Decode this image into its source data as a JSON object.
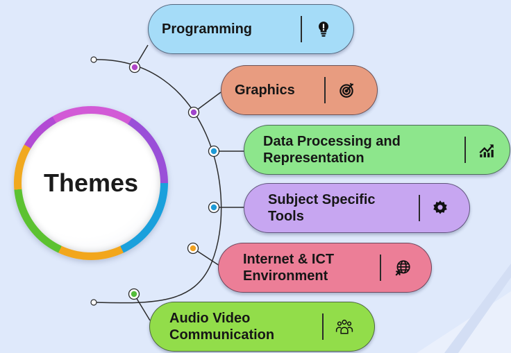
{
  "hub": {
    "title": "Themes"
  },
  "themes": [
    {
      "label": "Programming",
      "icon": "lightbulb-icon",
      "color": "#a5dcf8"
    },
    {
      "label": "Graphics",
      "icon": "target-icon",
      "color": "#e89c80"
    },
    {
      "label": "Data Processing and\nRepresentation",
      "icon": "growth-chart-icon",
      "color": "#8de68c"
    },
    {
      "label": "Subject Specific\nTools",
      "icon": "gear-icon",
      "color": "#c7a6f1"
    },
    {
      "label": "Internet & ICT\nEnvironment",
      "icon": "globe-cursor-icon",
      "color": "#ec7e97"
    },
    {
      "label": "Audio Video\nCommunication",
      "icon": "people-group-icon",
      "color": "#92dd4a"
    }
  ],
  "colors": {
    "background": "#dfe9fb",
    "connector": "#2b2b2b",
    "node_fill": [
      "#b046c7",
      "#a046cc",
      "#1f9ad6",
      "#1f9ad6",
      "#f0a020",
      "#55bd3a"
    ]
  }
}
